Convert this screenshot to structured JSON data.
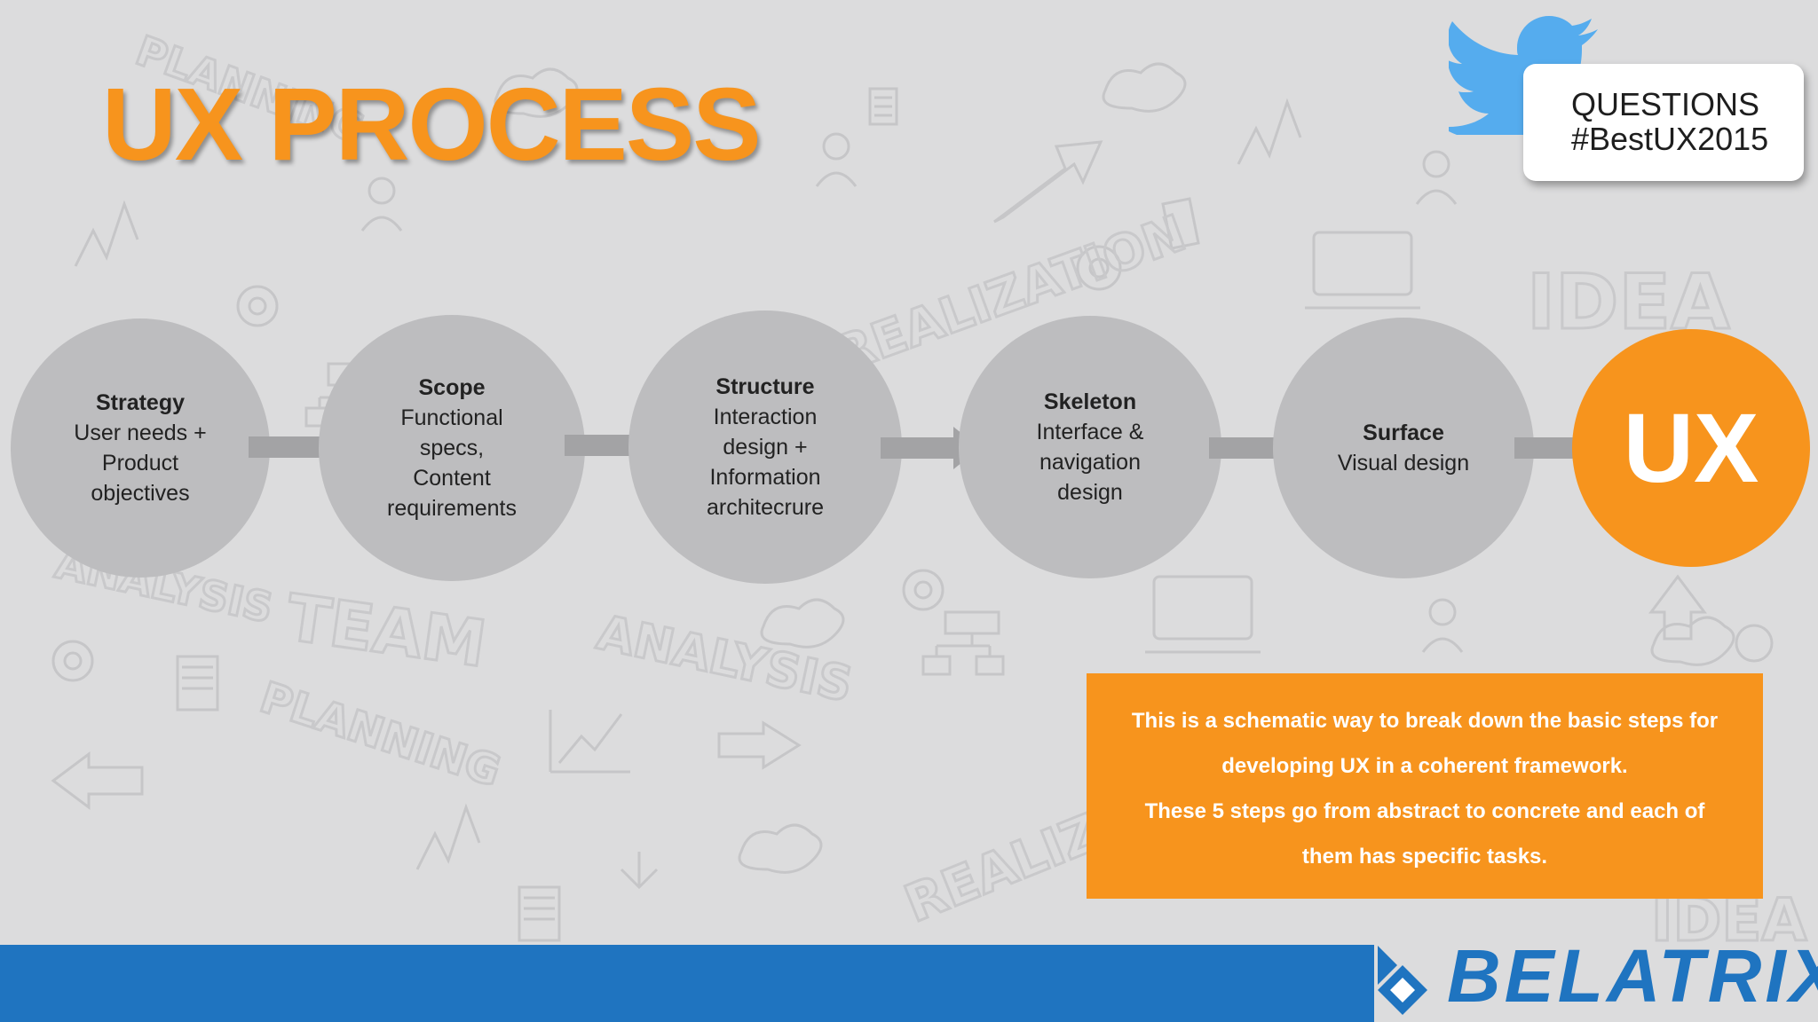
{
  "slide": {
    "title": "UX PROCESS",
    "questions_label": "QUESTIONS\n#BestUX2015",
    "steps": [
      {
        "title": "Strategy",
        "description": "User needs +\nProduct\nobjectives"
      },
      {
        "title": "Scope",
        "description": "Functional\nspecs,\nContent\nrequirements"
      },
      {
        "title": "Structure",
        "description": "Interaction\ndesign +\nInformation\narchitecrure"
      },
      {
        "title": "Skeleton",
        "description": "Interface &\nnavigation\ndesign"
      },
      {
        "title": "Surface",
        "description": "Visual design"
      }
    ],
    "result_label": "UX",
    "info_lines": [
      "This is a schematic way to break down the basic steps for",
      "developing UX in a coherent framework.",
      "These 5 steps go from abstract to concrete and each of",
      "them has specific tasks."
    ],
    "logo_text": "BELATRIX",
    "background_words": [
      "PLANNING",
      "REALIZATION",
      "IDEA",
      "TEAM",
      "ANALYSIS",
      "PLANNING",
      "REALIZATION",
      "ANALYSIS",
      "IDEA"
    ]
  },
  "colors": {
    "accent_orange": "#f7941d",
    "circle_grey": "#bdbdbf",
    "arrow_grey": "#a3a3a5",
    "background": "#dcdcdd",
    "brand_blue": "#1f74c0",
    "twitter_blue": "#55acee"
  },
  "icons": [
    "twitter-bird-icon",
    "belatrix-diamond-icon",
    "arrow-right-icon"
  ]
}
